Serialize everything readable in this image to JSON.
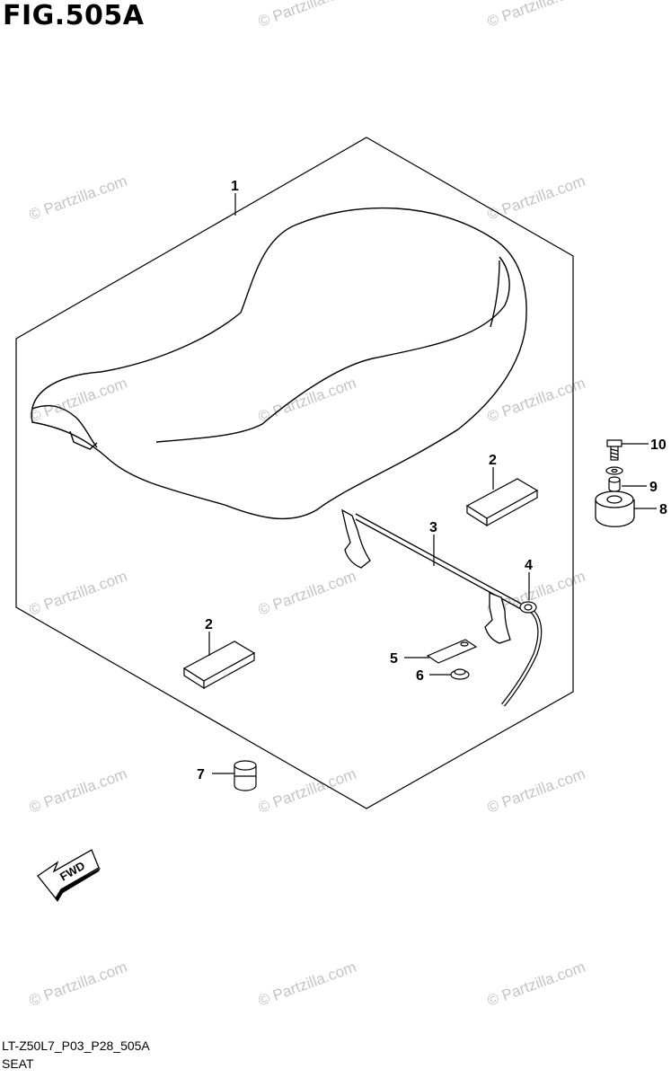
{
  "figure": {
    "title": "FIG.505A",
    "code": "LT-Z50L7_P03_P28_505A",
    "subtitle": "SEAT"
  },
  "watermark": {
    "text": "© Partzilla.com",
    "color": "#c4c4c4"
  },
  "callouts": {
    "c1": "1",
    "c2a": "2",
    "c2b": "2",
    "c3": "3",
    "c4": "4",
    "c5": "5",
    "c6": "6",
    "c7": "7",
    "c8": "8",
    "c9": "9",
    "c10": "10"
  },
  "direction_arrow": {
    "label": "FWD",
    "icon": "fwd-arrow-icon"
  }
}
